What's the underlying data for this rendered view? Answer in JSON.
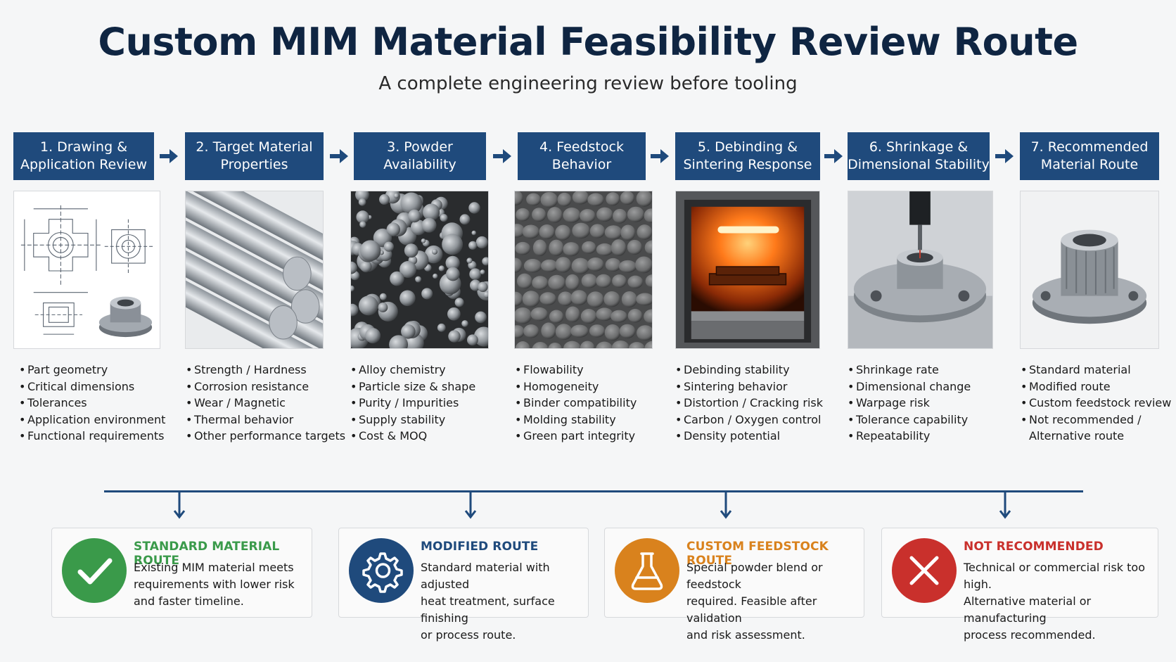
{
  "header": {
    "title": "Custom MIM Material Feasibility Review Route",
    "subtitle": "A complete engineering review before tooling"
  },
  "colors": {
    "step_blue": "#1f4a7c",
    "standard_green": "#3a9a4a",
    "modified_blue": "#1f4a7c",
    "custom_orange": "#d9821d",
    "not_red": "#c9302c"
  },
  "steps": [
    {
      "label": "1. Drawing &\nApplication Review",
      "bullets": [
        "Part geometry",
        "Critical dimensions",
        "Tolerances",
        "Application environment",
        "Functional requirements"
      ]
    },
    {
      "label": "2. Target Material\nProperties",
      "bullets": [
        "Strength / Hardness",
        "Corrosion resistance",
        "Wear / Magnetic",
        "Thermal behavior",
        "Other performance targets"
      ]
    },
    {
      "label": "3. Powder\nAvailability",
      "bullets": [
        "Alloy chemistry",
        "Particle size & shape",
        "Purity / Impurities",
        "Supply stability",
        "Cost & MOQ"
      ]
    },
    {
      "label": "4. Feedstock\nBehavior",
      "bullets": [
        "Flowability",
        "Homogeneity",
        "Binder compatibility",
        "Molding stability",
        "Green part integrity"
      ]
    },
    {
      "label": "5. Debinding &\nSintering Response",
      "bullets": [
        "Debinding stability",
        "Sintering behavior",
        "Distortion / Cracking risk",
        "Carbon / Oxygen control",
        "Density potential"
      ]
    },
    {
      "label": "6. Shrinkage &\nDimensional Stability",
      "bullets": [
        "Shrinkage rate",
        "Dimensional change",
        "Warpage risk",
        "Tolerance capability",
        "Repeatability"
      ]
    },
    {
      "label": "7. Recommended\nMaterial Route",
      "bullets": [
        "Standard material",
        "Modified route",
        "Custom feedstock review",
        "Not recommended /\nAlternative route"
      ]
    }
  ],
  "routes": [
    {
      "title": "STANDARD MATERIAL ROUTE",
      "desc": "Existing MIM material meets\nrequirements with lower risk\nand faster timeline.",
      "icon": "check-icon"
    },
    {
      "title": "MODIFIED ROUTE",
      "desc": "Standard material with adjusted\nheat treatment, surface finishing\nor process route.",
      "icon": "gear-icon"
    },
    {
      "title": "CUSTOM FEEDSTOCK ROUTE",
      "desc": "Special powder blend or feedstock\nrequired. Feasible after validation\nand risk assessment.",
      "icon": "flask-icon"
    },
    {
      "title": "NOT RECOMMENDED",
      "desc": "Technical or commercial risk too high.\nAlternative material or manufacturing\nprocess recommended.",
      "icon": "cross-icon"
    }
  ]
}
